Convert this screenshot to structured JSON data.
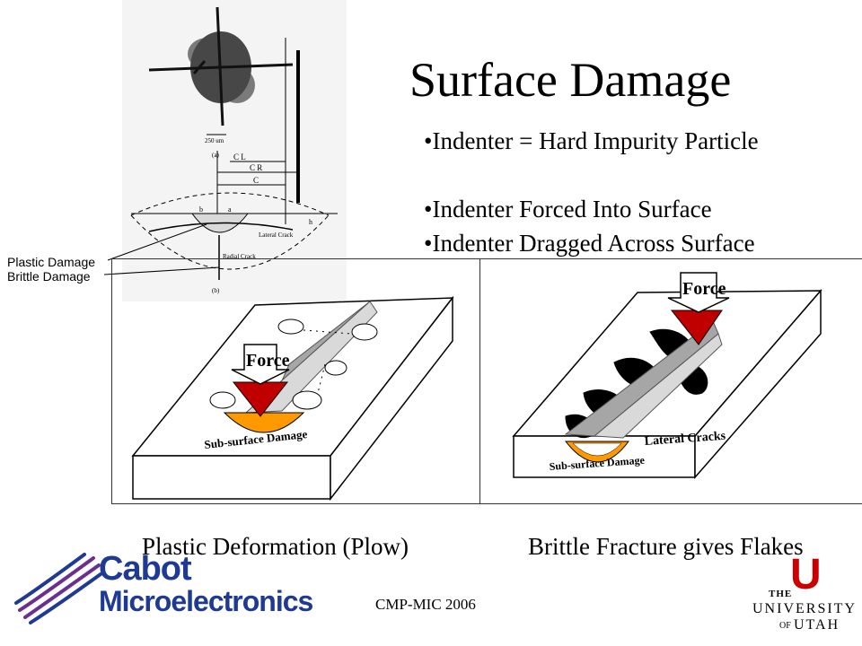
{
  "slide": {
    "title": "Surface Damage",
    "bullets": [
      "Indenter = Hard Impurity Particle",
      "Indenter Forced Into Surface",
      "Indenter Dragged Across Surface"
    ],
    "callouts": {
      "plastic": "Plastic Damage",
      "brittle": "Brittle Damage"
    },
    "scan_labels": {
      "scale": "250 um",
      "a_label": "(a)",
      "b_label": "(b)",
      "cl": "C L",
      "cr": "C R",
      "c": "C",
      "seg_b": "b",
      "seg_a": "a",
      "h": "h",
      "lateral": "Lateral Crack",
      "radial": "Radial Crack"
    },
    "left_diagram": {
      "force": "Force",
      "subsurface": "Sub-surface Damage"
    },
    "right_diagram": {
      "force": "Force",
      "lateral": "Lateral Cracks",
      "subsurface": "Sub-surface Damage"
    },
    "captions": {
      "left": "Plastic Deformation (Plow)",
      "right": "Brittle Fracture gives Flakes"
    },
    "footer": "CMP-MIC 2006",
    "logos": {
      "cabot_line1": "Cabot",
      "cabot_line2": "Microelectronics",
      "utah_the": "THE",
      "utah_university": "UNIVERSITY",
      "utah_of": "OF",
      "utah_utah": "UTAH",
      "utah_letter": "U"
    },
    "colors": {
      "indenter_red": "#c00000",
      "subsurface_orange": "#ff9900",
      "cabot_blue": "#1f3a93",
      "cabot_purple": "#6d2f8f",
      "utah_red": "#cc0000"
    }
  }
}
